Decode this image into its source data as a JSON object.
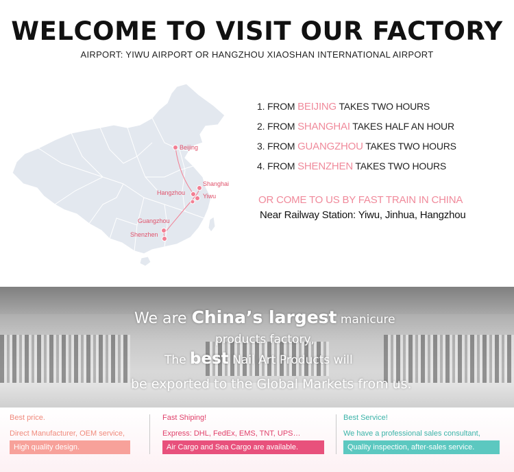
{
  "header": {
    "title": "WELCOME TO VISIT OUR FACTORY",
    "subtitle": "AIRPORT: YIWU AIRPORT OR HANGZHOU XIAOSHAN INTERNATIONAL AIRPORT"
  },
  "map": {
    "cities": {
      "beijing": "Beijing",
      "shanghai": "Shanghai",
      "hangzhou": "Hangzhou",
      "yiwu": "Yiwu",
      "guangzhou": "Guangzhou",
      "shenzhen": "Shenzhen"
    },
    "colors": {
      "land": "#e3e8ef",
      "border": "#ffffff",
      "marker": "#f27f93",
      "route": "#f27f93"
    }
  },
  "routes": [
    {
      "prefix": "1. FROM ",
      "city": "BEIJING",
      "suffix": " TAKES TWO HOURS"
    },
    {
      "prefix": "2. FROM ",
      "city": "SHANGHAI",
      "suffix": " TAKES HALF AN HOUR"
    },
    {
      "prefix": "3. FROM ",
      "city": "GUANGZHOU",
      "suffix": " TAKES TWO HOURS"
    },
    {
      "prefix": "4. FROM ",
      "city": "SHENZHEN",
      "suffix": " TAKES TWO HOURS"
    }
  ],
  "train": {
    "title": "OR COME TO US BY FAST TRAIN IN CHINA",
    "station": "Near Railway Station: Yiwu, Jinhua, Hangzhou"
  },
  "banner": {
    "line1_a": "We are ",
    "line1_b": "China’s largest",
    "line1_c": " manicure",
    "line2": "products factory,",
    "line3_a": "The ",
    "line3_b": "best",
    "line3_c": " Nail Art Products will",
    "line4": "be exported to the Global Markets from us."
  },
  "features": [
    {
      "heading": "Best price.",
      "line": "Direct Manufacturer, OEM service,",
      "highlight": "High quality design.",
      "color": "#f7a19a"
    },
    {
      "heading": "Fast Shiping!",
      "line": "Express: DHL, FedEx, EMS, TNT, UPS…",
      "highlight": "Air Cargo and Sea Cargo are available.",
      "color": "#e8517c"
    },
    {
      "heading": "Best Service!",
      "line": "We have a professional sales consultant,",
      "highlight": "Quality inspection, after-sales service.",
      "color": "#5cc8c0"
    }
  ]
}
